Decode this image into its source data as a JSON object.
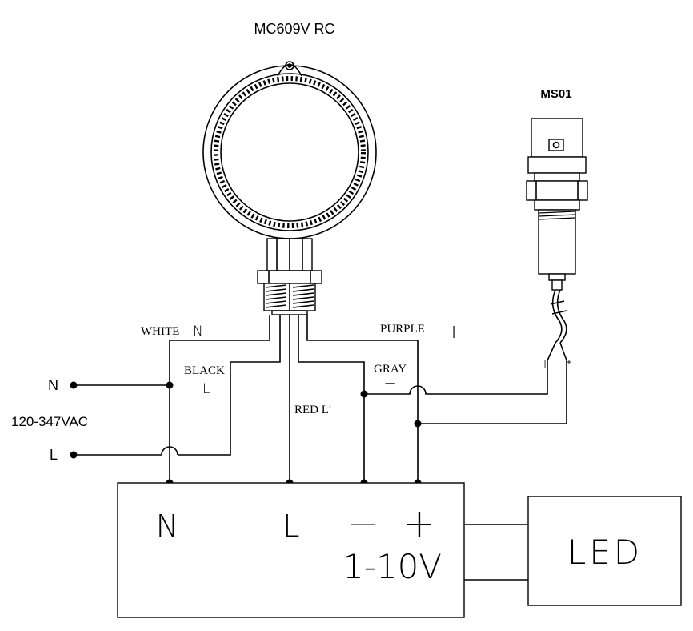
{
  "title": "MC609V RC",
  "sensor_label": "MS01",
  "supply": {
    "voltage": "120-347VAC",
    "n_label": "N",
    "l_label": "L"
  },
  "wires": {
    "white": "WHITE",
    "white_sym": "N",
    "black": "BLACK",
    "black_sym": "L",
    "red": "RED L′",
    "gray": "GRAY",
    "gray_sym": "−",
    "purple": "PURPLE",
    "purple_sym": "+"
  },
  "driver": {
    "n": "N",
    "l": "L",
    "minus": "—",
    "plus": "+",
    "dimming": "1-10V"
  },
  "sensor_leads": {
    "minus": "|",
    "plus": "+"
  },
  "led_label": "LED"
}
